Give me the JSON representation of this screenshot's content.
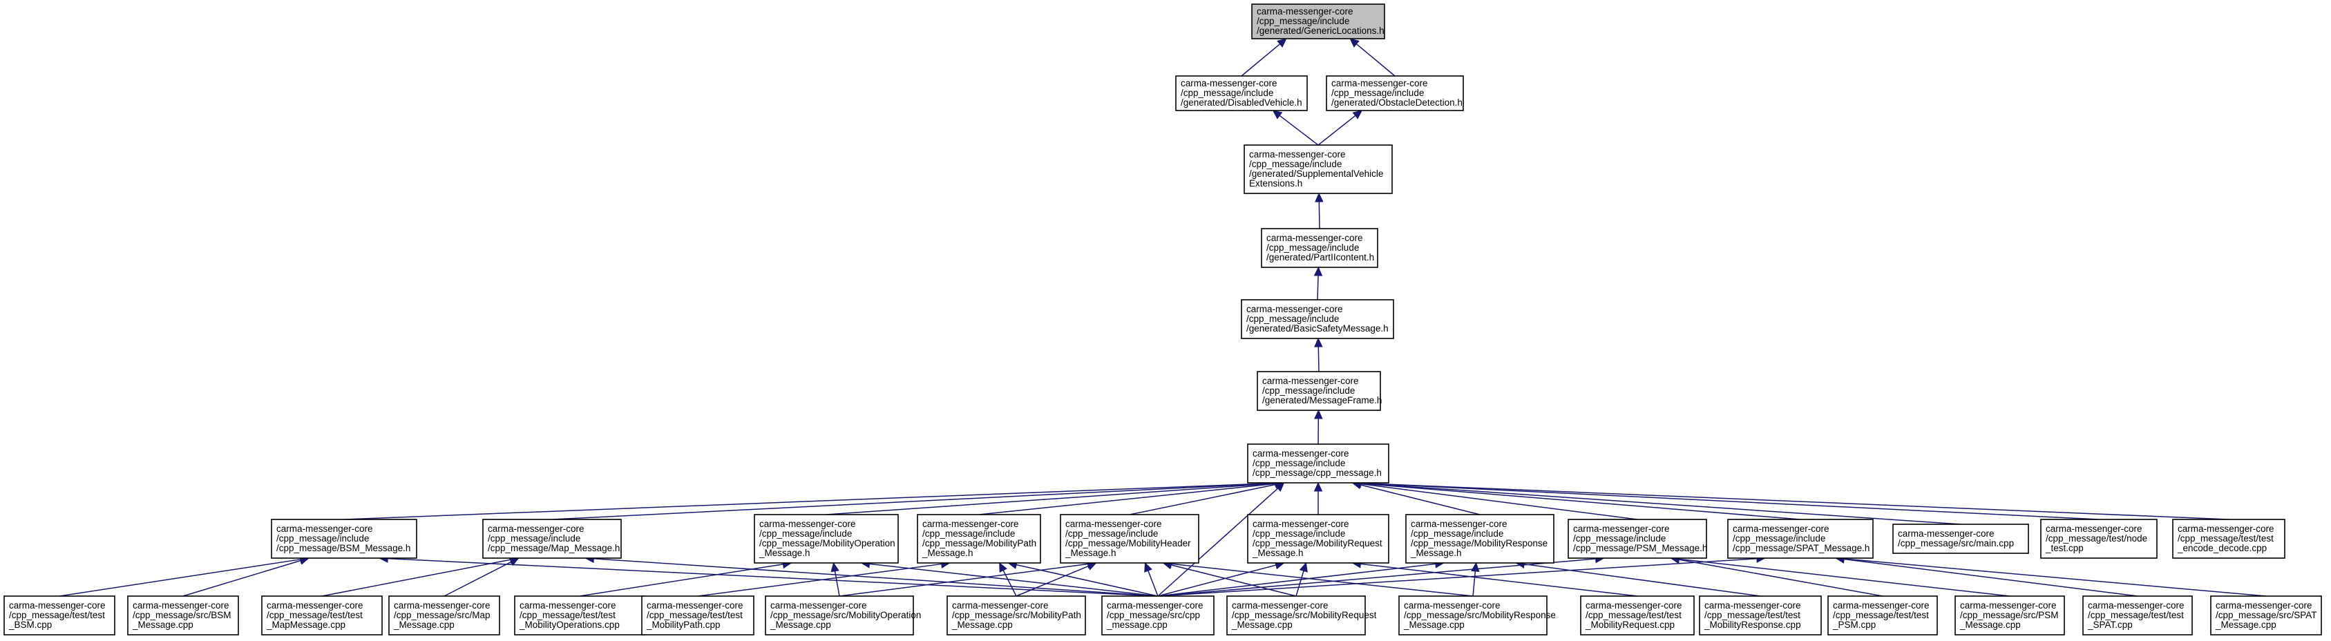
{
  "title": "",
  "graph": {
    "edge_color": "#191970",
    "root_fill": "#bfbfbf",
    "nodes": [
      {
        "id": "gl",
        "lines": [
          "carma-messenger-core",
          "/cpp_message/include",
          "/generated/GenericLocations.h"
        ],
        "root": true
      },
      {
        "id": "dv",
        "lines": [
          "carma-messenger-core",
          "/cpp_message/include",
          "/generated/DisabledVehicle.h"
        ]
      },
      {
        "id": "od",
        "lines": [
          "carma-messenger-core",
          "/cpp_message/include",
          "/generated/ObstacleDetection.h"
        ]
      },
      {
        "id": "sve",
        "lines": [
          "carma-messenger-core",
          "/cpp_message/include",
          "/generated/SupplementalVehicle",
          "Extensions.h"
        ]
      },
      {
        "id": "p2",
        "lines": [
          "carma-messenger-core",
          "/cpp_message/include",
          "/generated/PartIIcontent.h"
        ]
      },
      {
        "id": "bsm",
        "lines": [
          "carma-messenger-core",
          "/cpp_message/include",
          "/generated/BasicSafetyMessage.h"
        ]
      },
      {
        "id": "mf",
        "lines": [
          "carma-messenger-core",
          "/cpp_message/include",
          "/generated/MessageFrame.h"
        ]
      },
      {
        "id": "cpp",
        "lines": [
          "carma-messenger-core",
          "/cpp_message/include",
          "/cpp_message/cpp_message.h"
        ]
      },
      {
        "id": "bsmh",
        "lines": [
          "carma-messenger-core",
          "/cpp_message/include",
          "/cpp_message/BSM_Message.h"
        ]
      },
      {
        "id": "maph",
        "lines": [
          "carma-messenger-core",
          "/cpp_message/include",
          "/cpp_message/Map_Message.h"
        ]
      },
      {
        "id": "moph",
        "lines": [
          "carma-messenger-core",
          "/cpp_message/include",
          "/cpp_message/MobilityOperation",
          "_Message.h"
        ]
      },
      {
        "id": "mpah",
        "lines": [
          "carma-messenger-core",
          "/cpp_message/include",
          "/cpp_message/MobilityPath",
          "_Message.h"
        ]
      },
      {
        "id": "mhh",
        "lines": [
          "carma-messenger-core",
          "/cpp_message/include",
          "/cpp_message/MobilityHeader",
          "_Message.h"
        ]
      },
      {
        "id": "mreqh",
        "lines": [
          "carma-messenger-core",
          "/cpp_message/include",
          "/cpp_message/MobilityRequest",
          "_Message.h"
        ]
      },
      {
        "id": "mresh",
        "lines": [
          "carma-messenger-core",
          "/cpp_message/include",
          "/cpp_message/MobilityResponse",
          "_Message.h"
        ]
      },
      {
        "id": "psmh",
        "lines": [
          "carma-messenger-core",
          "/cpp_message/include",
          "/cpp_message/PSM_Message.h"
        ]
      },
      {
        "id": "spath",
        "lines": [
          "carma-messenger-core",
          "/cpp_message/include",
          "/cpp_message/SPAT_Message.h"
        ]
      },
      {
        "id": "main",
        "lines": [
          "carma-messenger-core",
          "/cpp_message/src/main.cpp"
        ]
      },
      {
        "id": "node",
        "lines": [
          "carma-messenger-core",
          "/cpp_message/test/node",
          "_test.cpp"
        ]
      },
      {
        "id": "enc",
        "lines": [
          "carma-messenger-core",
          "/cpp_message/test/test",
          "_encode_decode.cpp"
        ]
      },
      {
        "id": "tbsm",
        "lines": [
          "carma-messenger-core",
          "/cpp_message/test/test",
          "_BSM.cpp"
        ]
      },
      {
        "id": "sbsm",
        "lines": [
          "carma-messenger-core",
          "/cpp_message/src/BSM",
          "_Message.cpp"
        ]
      },
      {
        "id": "tmap",
        "lines": [
          "carma-messenger-core",
          "/cpp_message/test/test",
          "_MapMessage.cpp"
        ]
      },
      {
        "id": "smap",
        "lines": [
          "carma-messenger-core",
          "/cpp_message/src/Map",
          "_Message.cpp"
        ]
      },
      {
        "id": "tmops",
        "lines": [
          "carma-messenger-core",
          "/cpp_message/test/test",
          "_MobilityOperations.cpp"
        ]
      },
      {
        "id": "tmpath",
        "lines": [
          "carma-messenger-core",
          "/cpp_message/test/test",
          "_MobilityPath.cpp"
        ]
      },
      {
        "id": "smop",
        "lines": [
          "carma-messenger-core",
          "/cpp_message/src/MobilityOperation",
          "_Message.cpp"
        ]
      },
      {
        "id": "smpath",
        "lines": [
          "carma-messenger-core",
          "/cpp_message/src/MobilityPath",
          "_Message.cpp"
        ]
      },
      {
        "id": "scpp",
        "lines": [
          "carma-messenger-core",
          "/cpp_message/src/cpp",
          "_message.cpp"
        ]
      },
      {
        "id": "smreq",
        "lines": [
          "carma-messenger-core",
          "/cpp_message/src/MobilityRequest",
          "_Message.cpp"
        ]
      },
      {
        "id": "smres",
        "lines": [
          "carma-messenger-core",
          "/cpp_message/src/MobilityResponse",
          "_Message.cpp"
        ]
      },
      {
        "id": "tmreq",
        "lines": [
          "carma-messenger-core",
          "/cpp_message/test/test",
          "_MobilityRequest.cpp"
        ]
      },
      {
        "id": "tmres",
        "lines": [
          "carma-messenger-core",
          "/cpp_message/test/test",
          "_MobilityResponse.cpp"
        ]
      },
      {
        "id": "tpsm",
        "lines": [
          "carma-messenger-core",
          "/cpp_message/test/test",
          "_PSM.cpp"
        ]
      },
      {
        "id": "spsm",
        "lines": [
          "carma-messenger-core",
          "/cpp_message/src/PSM",
          "_Message.cpp"
        ]
      },
      {
        "id": "tspat",
        "lines": [
          "carma-messenger-core",
          "/cpp_message/test/test",
          "_SPAT.cpp"
        ]
      },
      {
        "id": "sspat",
        "lines": [
          "carma-messenger-core",
          "/cpp_message/src/SPAT",
          "_Message.cpp"
        ]
      }
    ],
    "edges": [
      [
        "dv",
        "gl"
      ],
      [
        "od",
        "gl"
      ],
      [
        "sve",
        "dv"
      ],
      [
        "sve",
        "od"
      ],
      [
        "p2",
        "sve"
      ],
      [
        "bsm",
        "p2"
      ],
      [
        "mf",
        "bsm"
      ],
      [
        "cpp",
        "mf"
      ],
      [
        "bsmh",
        "cpp"
      ],
      [
        "maph",
        "cpp"
      ],
      [
        "moph",
        "cpp"
      ],
      [
        "mpah",
        "cpp"
      ],
      [
        "mhh",
        "cpp"
      ],
      [
        "mreqh",
        "cpp"
      ],
      [
        "mresh",
        "cpp"
      ],
      [
        "psmh",
        "cpp"
      ],
      [
        "spath",
        "cpp"
      ],
      [
        "main",
        "cpp"
      ],
      [
        "node",
        "cpp"
      ],
      [
        "enc",
        "cpp"
      ],
      [
        "scpp",
        "cpp"
      ],
      [
        "tbsm",
        "bsmh"
      ],
      [
        "sbsm",
        "bsmh"
      ],
      [
        "tmap",
        "maph"
      ],
      [
        "smap",
        "maph"
      ],
      [
        "scpp",
        "maph"
      ],
      [
        "tmops",
        "moph"
      ],
      [
        "smop",
        "moph"
      ],
      [
        "scpp",
        "moph"
      ],
      [
        "tmpath",
        "mpah"
      ],
      [
        "smpath",
        "mpah"
      ],
      [
        "scpp",
        "mpah"
      ],
      [
        "smop",
        "mhh"
      ],
      [
        "smpath",
        "mhh"
      ],
      [
        "scpp",
        "mhh"
      ],
      [
        "smreq",
        "mhh"
      ],
      [
        "smres",
        "mhh"
      ],
      [
        "scpp",
        "mreqh"
      ],
      [
        "smreq",
        "mreqh"
      ],
      [
        "tmreq",
        "mreqh"
      ],
      [
        "scpp",
        "mresh"
      ],
      [
        "smres",
        "mresh"
      ],
      [
        "tmres",
        "mresh"
      ],
      [
        "scpp",
        "psmh"
      ],
      [
        "tpsm",
        "psmh"
      ],
      [
        "spsm",
        "psmh"
      ],
      [
        "scpp",
        "spath"
      ],
      [
        "tspat",
        "spath"
      ],
      [
        "sspat",
        "spath"
      ],
      [
        "scpp",
        "bsmh"
      ]
    ]
  }
}
